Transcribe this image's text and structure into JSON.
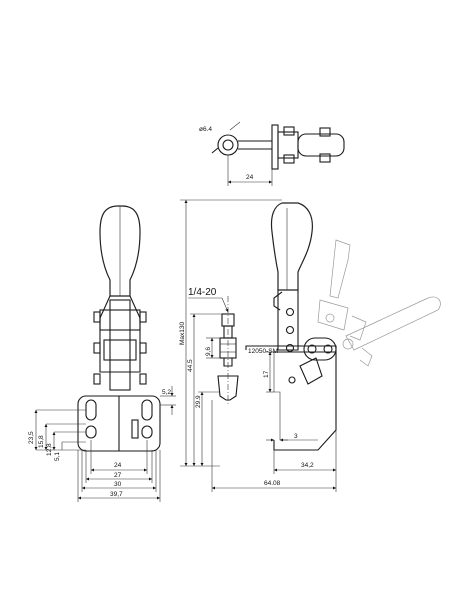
{
  "top_view": {
    "hole_label": "ø6.4",
    "width_dim": "24"
  },
  "front_view": {
    "dims_left": [
      "23,5",
      "15,8",
      "12,8",
      "5,1"
    ],
    "dims_bottom": [
      "24",
      "27",
      "30",
      "39,7"
    ],
    "dim_right": "5,2"
  },
  "side_view": {
    "thread_label": "1/4-20",
    "max_height": "Max130",
    "height": "44.5",
    "spindle_dim": "9,6",
    "base_height": "29.9",
    "lever_dim": "17",
    "model": "12050-SM",
    "flange_dim": "3",
    "base_width": "34,2",
    "overall_length": "64.08"
  }
}
